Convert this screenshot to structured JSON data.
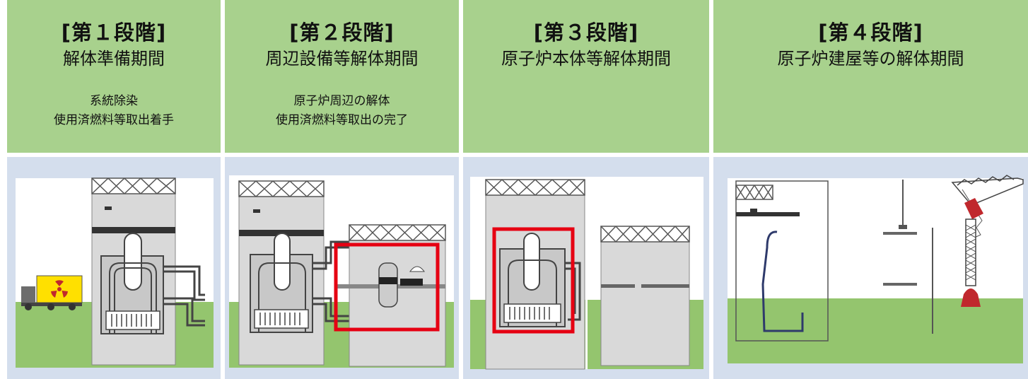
{
  "stages": [
    {
      "stage": "[第１段階]",
      "period": "解体準備期間",
      "desc1": "系統除染",
      "desc2": "使用済燃料等取出着手"
    },
    {
      "stage": "[第２段階]",
      "period": "周辺設備等解体期間",
      "desc1": "原子炉周辺の解体",
      "desc2": "使用済燃料等取出の完了"
    },
    {
      "stage": "[第３段階]",
      "period": "原子炉本体等解体期間",
      "desc1": "",
      "desc2": ""
    },
    {
      "stage": "[第４段階]",
      "period": "原子炉建屋等の解体期間",
      "desc1": "",
      "desc2": ""
    }
  ],
  "colors": {
    "header_bg": "#a8d18d",
    "panel_bg": "#d4deed",
    "ground": "#94c56e",
    "building": "#d9d9d9",
    "highlight": "#e60012",
    "truck": "#ffe000",
    "crane": "#c0282d"
  },
  "icons": [
    "radiation-icon",
    "truck-icon",
    "crane-icon"
  ]
}
